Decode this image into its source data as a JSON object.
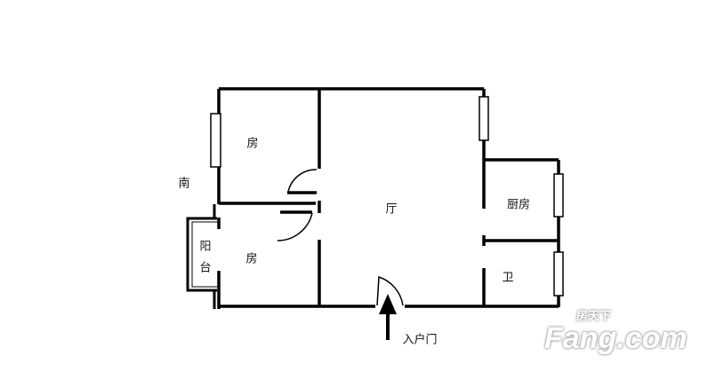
{
  "labels": {
    "bedroom_north": "房",
    "south": "南",
    "living_room": "厅",
    "kitchen": "厨房",
    "balcony_1": "阳",
    "balcony_2": "台",
    "bedroom_south": "房",
    "bathroom": "卫",
    "entrance": "入户门"
  },
  "watermark": {
    "brand": "Fang.com",
    "cn": "房天下"
  },
  "colors": {
    "wall": "#000000",
    "background": "#ffffff"
  }
}
